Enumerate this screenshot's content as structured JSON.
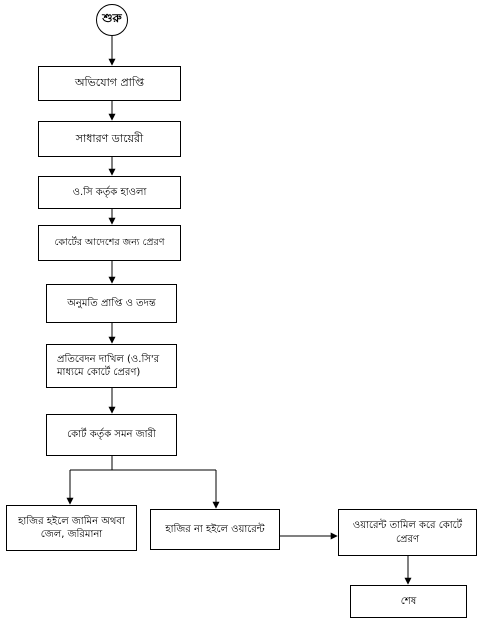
{
  "start": {
    "label": "শুরু"
  },
  "steps": {
    "complaint": "অভিযোগ প্রাপ্তি",
    "diary": "সাধারণ ডায়েরী",
    "oc_handover": "ও.সি কর্তৃক হাওলা",
    "court_order": "কোর্টের আদেশের জন্য প্রেরণ",
    "permission": "অনুমতি প্রাপ্তি ও তদন্ত",
    "report_line1": "প্রতিবেদন দাখিল (ও.সি'র",
    "report_line2": "মাধ্যমে কোর্টে প্রেরণ)",
    "summons": "কোর্ট কর্তৃক সমন জারী",
    "present_line1": "হাজির হইলে জামিন অথবা",
    "present_line2": "জেল, জরিমানা",
    "absent": "হাজির না হইলে ওয়ারেন্ট",
    "warrant_line1": "ওয়ারেন্ট তামিল করে কোর্টে",
    "warrant_line2": "প্রেরণ",
    "end": "শেষ"
  }
}
